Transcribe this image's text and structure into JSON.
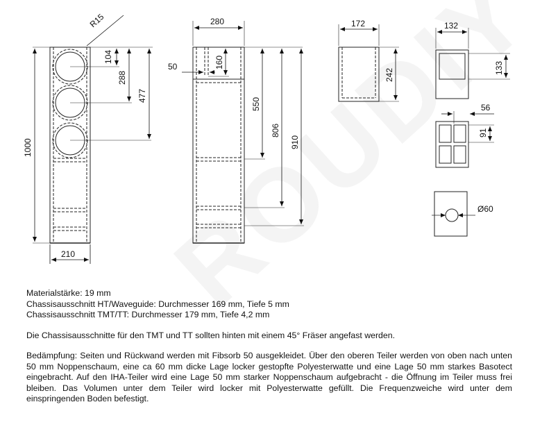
{
  "watermark": "ROUDIY",
  "dimensions": {
    "radius": "R15",
    "hole1_depth": "104",
    "hole2_center": "288",
    "hole3_center": "477",
    "total_height": "1000",
    "front_width": "210",
    "side_depth": "280",
    "small_offset": "50",
    "upper_chamber": "160",
    "divider_550": "550",
    "divider_806": "806",
    "divider_910": "910",
    "waveguide_width": "172",
    "waveguide_height": "242",
    "iha_width": "132",
    "iha_height": "133",
    "grid_width": "56",
    "grid_height": "91",
    "port_diameter": "Ø60"
  },
  "notes": {
    "line1": "Materialstärke: 19 mm",
    "line2": "Chassisausschnitt HT/Waveguide: Durchmesser 169 mm, Tiefe 5 mm",
    "line3": "Chassisausschnitt TMT/TT: Durchmesser 179 mm, Tiefe 4,2 mm",
    "line4": "Die Chassisausschnitte für den TMT und TT sollten hinten mit einem 45° Fräser angefast werden.",
    "line5": "Bedämpfung: Seiten und Rückwand werden mit Fibsorb 50 ausgekleidet. Über den oberen Teiler werden von oben nach unten 50 mm Noppenschaum, eine ca 60 mm dicke Lage locker gestopfte Polyesterwatte und eine Lage 50 mm starkes Basotect eingebracht. Auf den IHA-Teiler wird eine Lage 50 mm starker Noppenschaum aufgebracht - die Öffnung im Teiler muss frei bleiben. Das Volumen unter dem Teiler wird locker mit Polyesterwatte gefüllt. Die Frequenzweiche wird unter dem einspringenden Boden befestigt."
  }
}
